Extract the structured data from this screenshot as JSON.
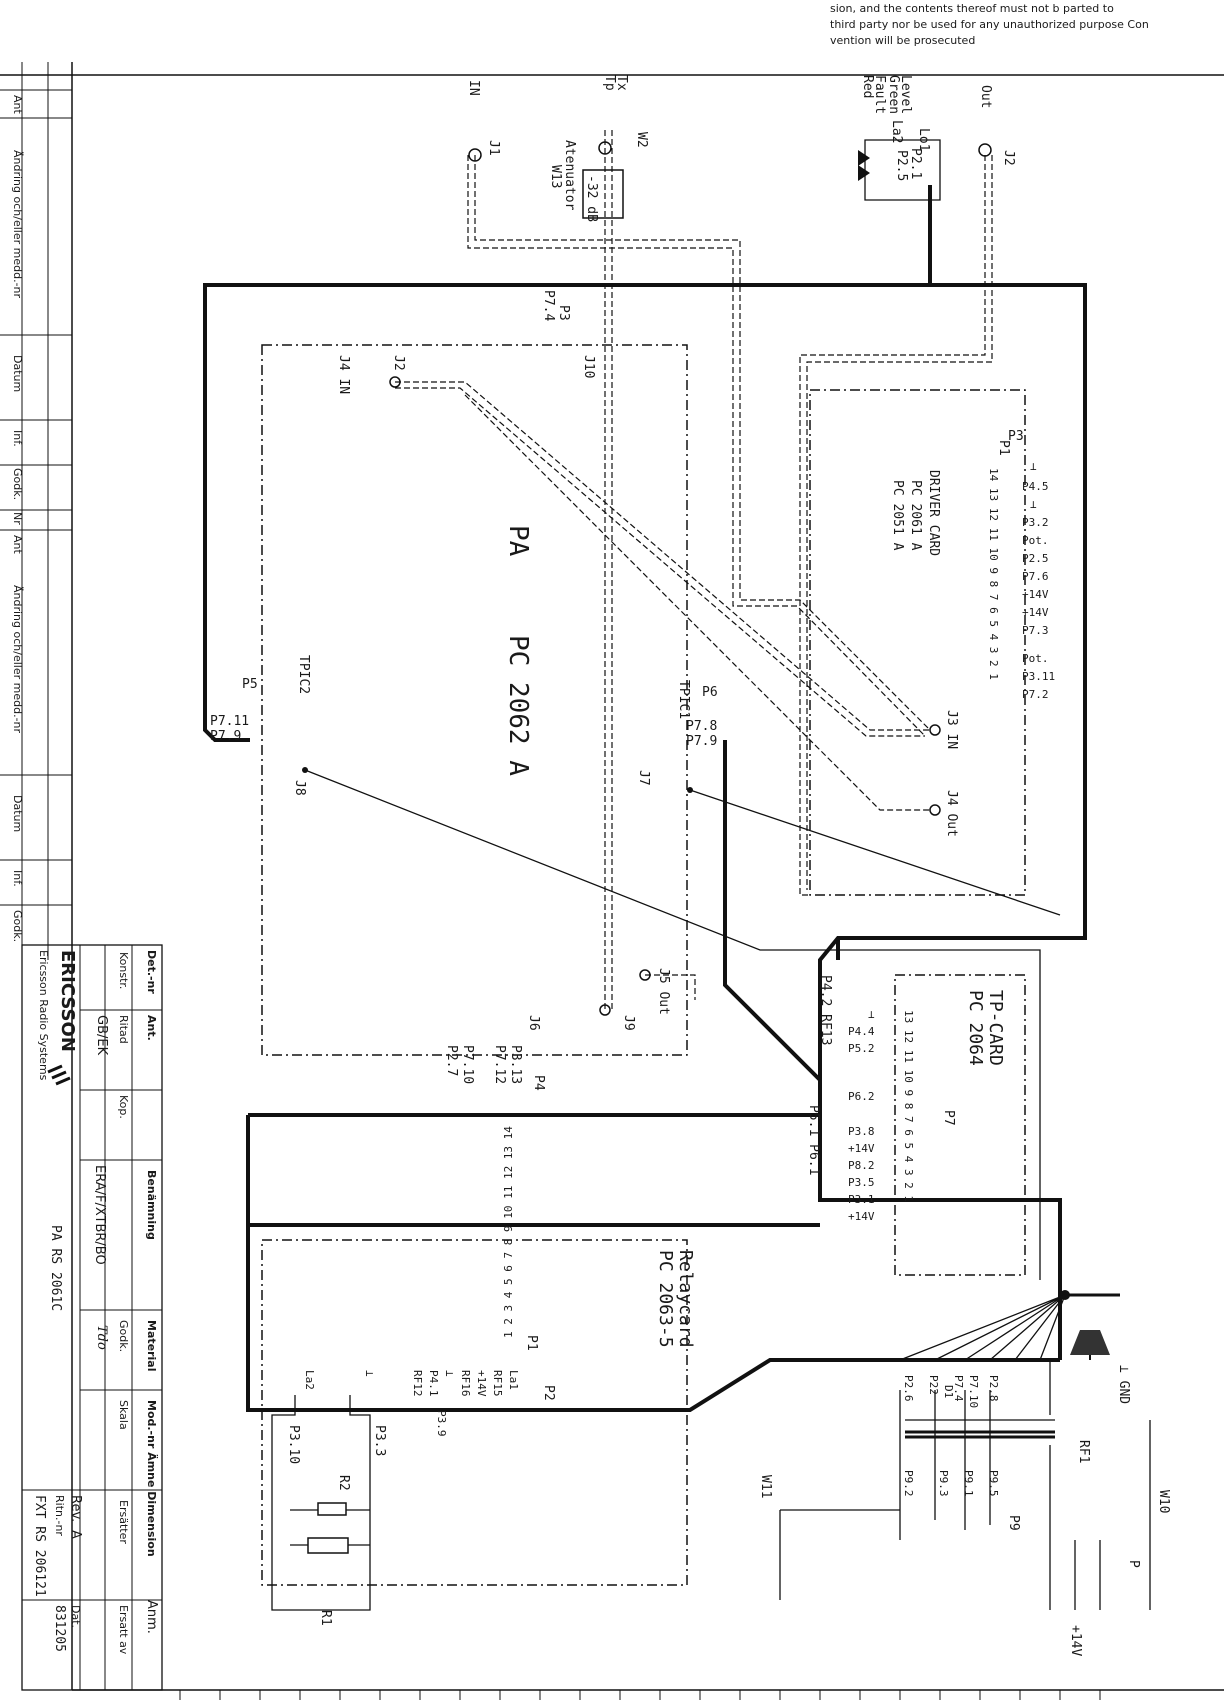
{
  "header": {
    "notice_line1": "sion, and the contents thereof must not b  parted to",
    "notice_line2": "third party nor be used for any unauthorized purpose Con",
    "notice_line3": "vention will be prosecuted"
  },
  "revision_column": {
    "ant": "Ant",
    "andring": "Ändring och/eller medd.-nr",
    "datum": "Datum",
    "inf": "Inf.",
    "godk": "Godk.",
    "nr": "Nr"
  },
  "title_block": {
    "company": "ERICSSON",
    "company_sub": "Ericsson Radio Systems",
    "det_nr_label": "Det.-nr",
    "ant_label": "Ant.",
    "benamning_label": "Benämning",
    "material_label": "Material",
    "mod_label": "Mod.-nr Ämne Dimension",
    "ersatter_label": "Ersätter",
    "anm_label": "Anm.",
    "konstr_label": "Konstr.",
    "ritad_label": "Ritad",
    "ritad_value": "GB/EK",
    "kop_label": "Kop.",
    "godk_label": "Godk.",
    "godk_value": "Tdo",
    "skala_label": "Skala",
    "dept": "ERA/F/XTBR/BO",
    "title": "PA RS 2061C",
    "rev_label": "Rev.",
    "rev_value": "A",
    "ritn_nr_label": "Ritn.-nr",
    "drawing_no": "FXT RS 206121",
    "datum_label": "Dat.",
    "date": "831205",
    "ersatt_label": "Ersatt av"
  },
  "connectors": {
    "j1": "J1",
    "j1_label": "IN",
    "w2": "W2",
    "w2_label1": "Tx",
    "w2_label2": "Tp",
    "attenuator": "-32 dB",
    "attenuator_label": "Atenuator",
    "attenuator_id": "W13",
    "j2": "J2",
    "j2_label": "Out",
    "lo1": "Lo1",
    "lo2": "La2",
    "level_label": "Level",
    "green_label": "Green",
    "fault_label": "Fault",
    "red_label": "Red",
    "p21": "P2.1",
    "p25": "P2.5"
  },
  "pa_card": {
    "name": "PA",
    "code": "PC 2062 A",
    "p3": "P3",
    "p74": "P7.4",
    "j10": "J10",
    "j2": "J2",
    "j4": "J4 IN",
    "p5": "P5",
    "p711": "P7.11",
    "p79": "P7.9",
    "tpic2": "TPIC2",
    "p6": "P6",
    "p78": "P7.8",
    "p79b": "P7.9",
    "tpic1": "TPIC1",
    "j8": "J8",
    "j7": "J7",
    "j5": "J5 Out",
    "j9": "J9",
    "j6": "J6",
    "p4": "P4",
    "p4_pins": [
      "P3.13",
      "P7.12",
      "P7.10",
      "P2.7"
    ]
  },
  "driver_card": {
    "name": "DRIVER CARD",
    "code1": "PC 2061 A",
    "code2": "PC 2051 A",
    "p1": "P1",
    "p3": "P3",
    "pins": [
      "⊥",
      "P4.5",
      "⊥",
      "P3.2",
      "Pot.",
      "P2.5",
      "P7.6",
      "+14V",
      "+14V",
      "P7.3",
      "Pot.",
      "P3.11",
      "P7.2"
    ],
    "pin_numbers": "14 13 12 11 10 9 8 7 6 5 4 3 2 1",
    "j3": "J3 IN",
    "j4": "J4 Out"
  },
  "tp_card": {
    "name": "TP-CARD",
    "code": "PC 2064",
    "p7": "P7",
    "pins": [
      "⊥",
      "P4.4",
      "P5.2",
      "P6.2",
      "P3.8",
      "+14V",
      "P8.2",
      "P3.5",
      "P3.1",
      "+14V"
    ],
    "pin_numbers": "13 12 11 10 9 8 7 6 5 4 3 2 1",
    "p42": "P4.2 RF13",
    "p51": "P5.1 P6.1"
  },
  "relay_card": {
    "name": "Relaycard",
    "code": "PC 2063-5",
    "p1": "P1",
    "p2": "P2",
    "pins_left": [
      "La1",
      "RF15",
      "+14V",
      "RF16",
      "⊥",
      "P4.1",
      "RF12",
      "⊥",
      "La2"
    ],
    "pin_numbers": "1 2 3 4 5 6 7 8 9 10 11 12 13 14",
    "p39": "P3.9",
    "p310": "P3.10",
    "p33": "P3.3",
    "r1": "R1",
    "r2": "R2"
  },
  "power": {
    "gnd": "⊥ GND",
    "w10": "W10",
    "w11": "W11",
    "p9": "P9",
    "p": "P",
    "rf1": "RF1",
    "d1": "D1",
    "p22": "P22",
    "pins": [
      "P2.8",
      "P7.10",
      "P7.4",
      "P2.6",
      "P9.5",
      "P9.1",
      "P9.3",
      "P9.2"
    ],
    "v14": "+14V"
  }
}
